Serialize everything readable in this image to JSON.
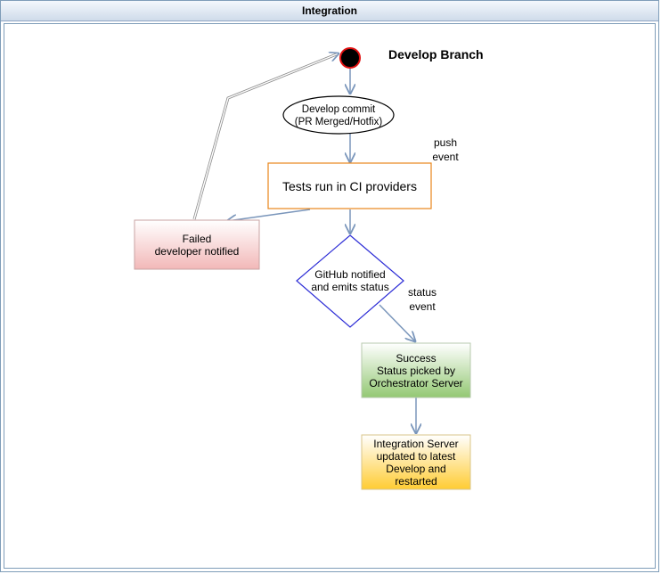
{
  "window": {
    "title": "Integration"
  },
  "diagram": {
    "start_label": "Develop Branch",
    "nodes": {
      "commit": "Develop commit\n(PR Merged/Hotfix)",
      "tests": "Tests run in CI providers",
      "failed": "Failed\ndeveloper notified",
      "github": "GitHub notified\nand emits status",
      "success": "Success\nStatus picked by\nOrchestrator Server",
      "integration": "Integration Server\nupdated to latest\nDevelop and\nrestarted"
    },
    "edge_labels": {
      "push": "push\nevent",
      "status": "status\nevent"
    },
    "colors": {
      "edge": "#7a96bb",
      "tests_border": "#e8861a",
      "failed_fill": "#f4c1c1",
      "success_fill": "#a9d48f",
      "integration_fill": "#ffd04a",
      "diamond_border": "#2d2dd6"
    }
  }
}
